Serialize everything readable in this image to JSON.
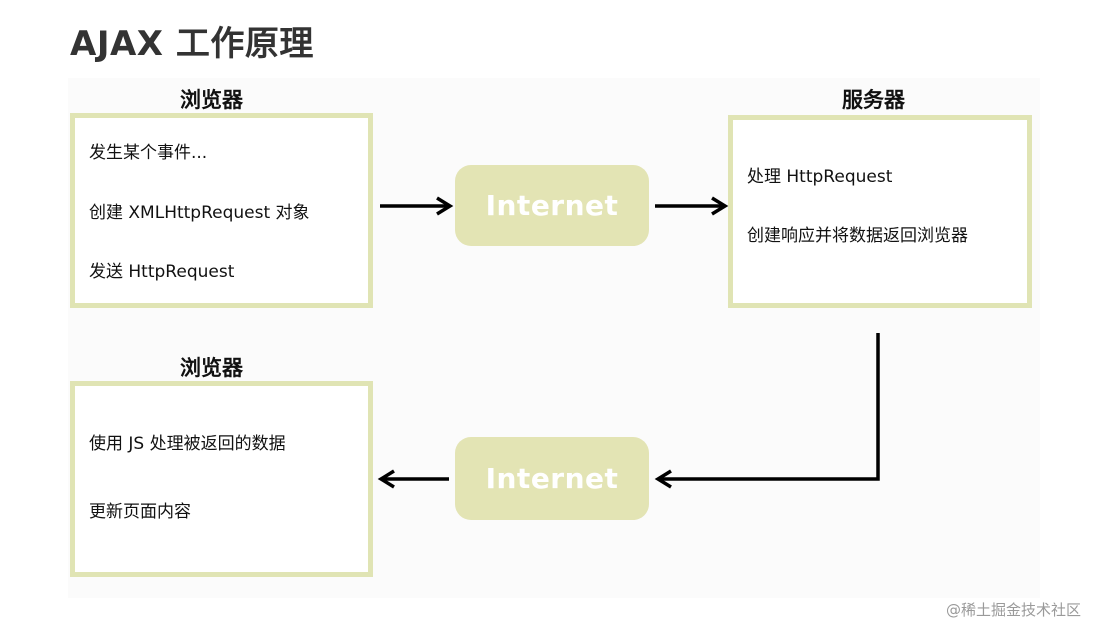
{
  "title": "AJAX 工作原理",
  "browser_top": {
    "heading": "浏览器",
    "lines": [
      "发生某个事件...",
      "创建 XMLHttpRequest 对象",
      "发送 HttpRequest"
    ]
  },
  "server": {
    "heading": "服务器",
    "lines": [
      "处理 HttpRequest",
      "创建响应并将数据返回浏览器"
    ]
  },
  "browser_bottom": {
    "heading": "浏览器",
    "lines": [
      "使用 JS 处理被返回的数据",
      "更新页面内容"
    ]
  },
  "internet_top": "Internet",
  "internet_bottom": "Internet",
  "watermark": "@稀土掘金技术社区",
  "colors": {
    "box_border": "#e0e4b4",
    "pill_fill": "#e3e4b4",
    "arrow": "#000000"
  }
}
